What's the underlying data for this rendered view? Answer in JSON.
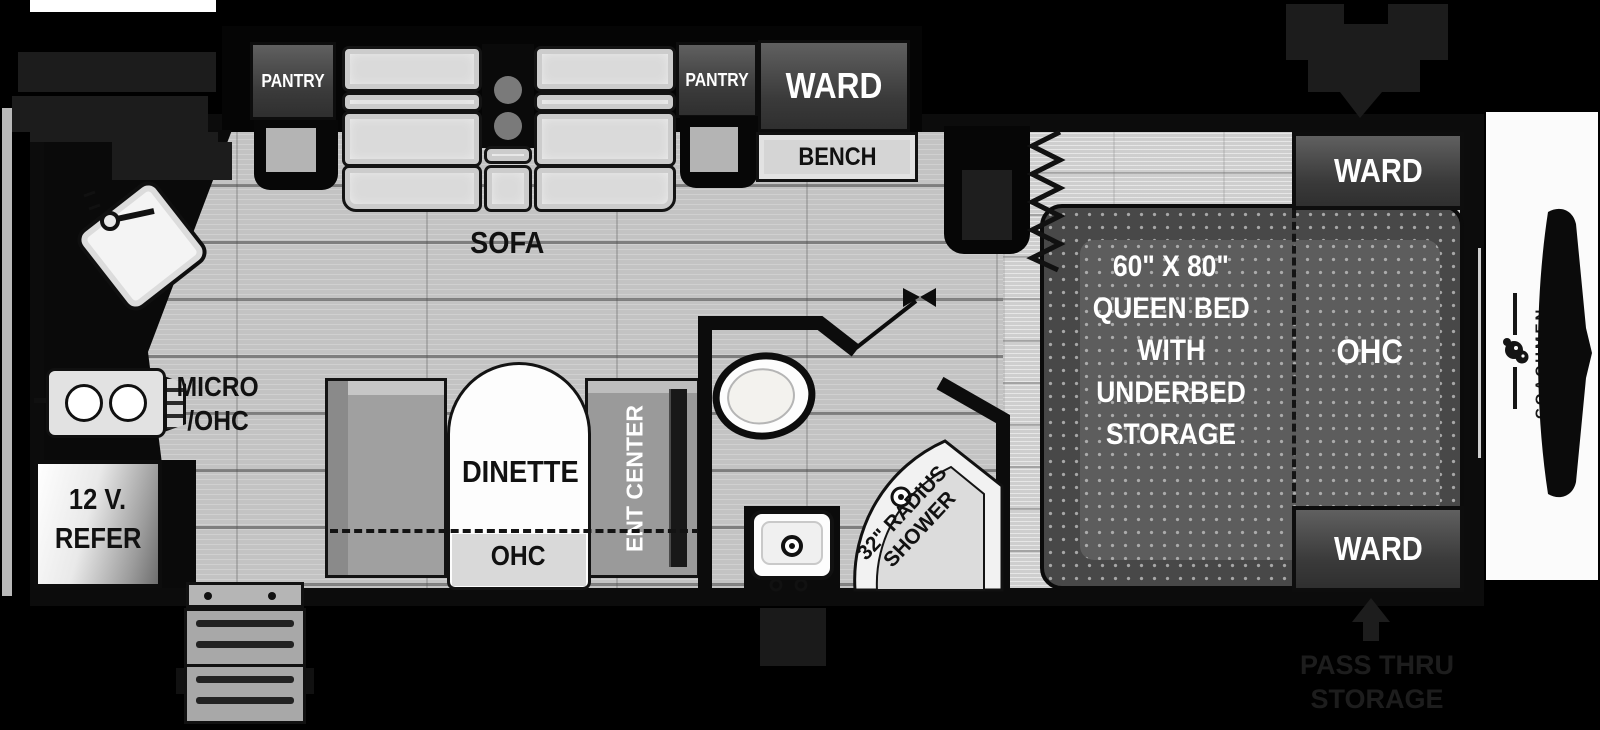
{
  "floorplan": {
    "brand": "COACHMEN",
    "slide_out": {
      "pantry_left": "PANTRY",
      "pantry_right": "PANTRY",
      "ward": "WARD",
      "bench": "BENCH",
      "sofa": "SOFA"
    },
    "kitchen": {
      "micro_ohc": [
        "MICRO",
        "/OHC"
      ],
      "refer": [
        "12 V.",
        "REFER"
      ]
    },
    "dinette": {
      "label": "DINETTE",
      "ohc": "OHC",
      "ent_center": "ENT CENTER"
    },
    "bath": {
      "shower": [
        "32\" RADIUS",
        "SHOWER"
      ]
    },
    "bedroom": {
      "bed": [
        "60\" X 80\"",
        "QUEEN BED",
        "WITH",
        "UNDERBED",
        "STORAGE"
      ],
      "ohc": "OHC",
      "ward_top": "WARD",
      "ward_bottom": "WARD"
    },
    "exterior": {
      "storage": [
        "PASS THRU",
        "STORAGE"
      ]
    }
  }
}
